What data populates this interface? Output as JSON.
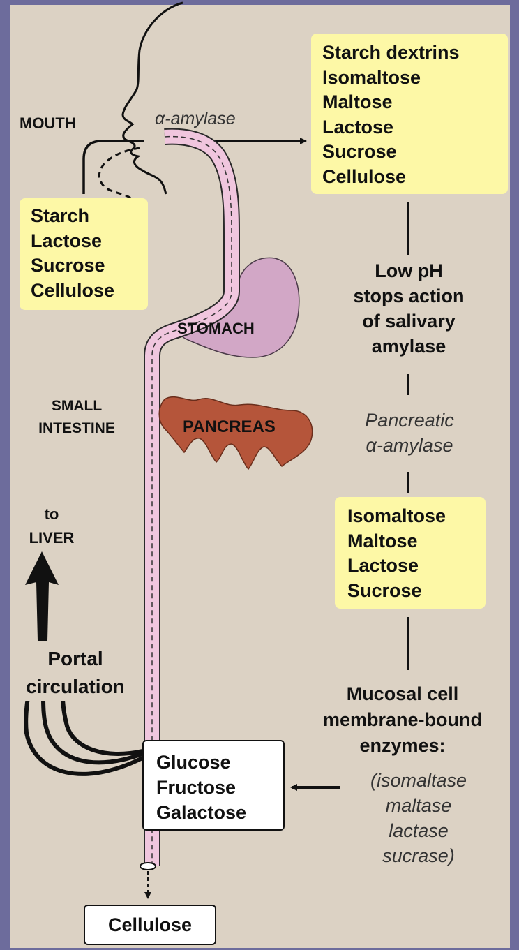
{
  "labels": {
    "mouth": "MOUTH",
    "alpha_amylase": "α-amylase",
    "stomach": "STOMACH",
    "small_intestine_1": "SMALL",
    "small_intestine_2": "INTESTINE",
    "pancreas": "PANCREAS",
    "to": "to",
    "liver": "LIVER",
    "portal_1": "Portal",
    "portal_2": "circulation"
  },
  "ingested_box": [
    "Starch",
    "Lactose",
    "Sucrose",
    "Cellulose"
  ],
  "mouth_products_box": [
    "Starch dextrins",
    "Isomaltose",
    "Maltose",
    "Lactose",
    "Sucrose",
    "Cellulose"
  ],
  "low_ph_text": [
    "Low pH",
    "stops action",
    "of salivary",
    "amylase"
  ],
  "pancreatic_text": [
    "Pancreatic",
    "α-amylase"
  ],
  "pancreatic_products_box": [
    "Isomaltose",
    "Maltose",
    "Lactose",
    "Sucrose"
  ],
  "mucosal_text": [
    "Mucosal cell",
    "membrane-bound",
    "enzymes:"
  ],
  "enzymes_text": [
    "(isomaltase",
    "maltase",
    "lactase",
    "sucrase)"
  ],
  "monosaccharides_box": [
    "Glucose",
    "Fructose",
    "Galactose"
  ],
  "excreted_box": "Cellulose",
  "colors": {
    "background_frame": "#6d6c9c",
    "panel": "#dcd2c4",
    "highlight_box": "#fdf8a6",
    "gut_tube": "#f0c6de",
    "stomach": "#d2a7c6",
    "pancreas": "#b5553a"
  }
}
